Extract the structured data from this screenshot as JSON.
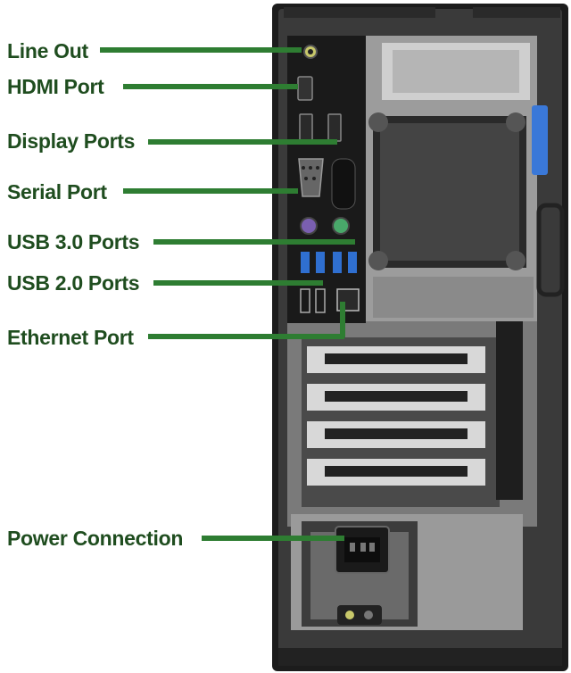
{
  "labels": [
    {
      "id": "line-out",
      "text": "Line Out"
    },
    {
      "id": "hdmi",
      "text": "HDMI Port"
    },
    {
      "id": "display",
      "text": "Display Ports"
    },
    {
      "id": "serial",
      "text": "Serial Port"
    },
    {
      "id": "usb3",
      "text": "USB 3.0 Ports"
    },
    {
      "id": "usb2",
      "text": "USB 2.0 Ports"
    },
    {
      "id": "ethernet",
      "text": "Ethernet Port"
    },
    {
      "id": "power",
      "text": "Power Connection"
    }
  ],
  "colors": {
    "label_text": "#1f4d1f",
    "callout_line": "#2e7d32",
    "case_dark": "#1c1c1c",
    "case_mid": "#5a5a5a",
    "case_light": "#b8b8b8",
    "usb3_blue": "#2f6fd0",
    "latch_blue": "#3a78d8",
    "ps2_purple": "#7a5fb0",
    "ps2_green": "#49a86a"
  },
  "icons": [
    "tower-chassis",
    "io-panel",
    "fan-grill",
    "expansion-slots",
    "psu",
    "power-socket-icon"
  ]
}
